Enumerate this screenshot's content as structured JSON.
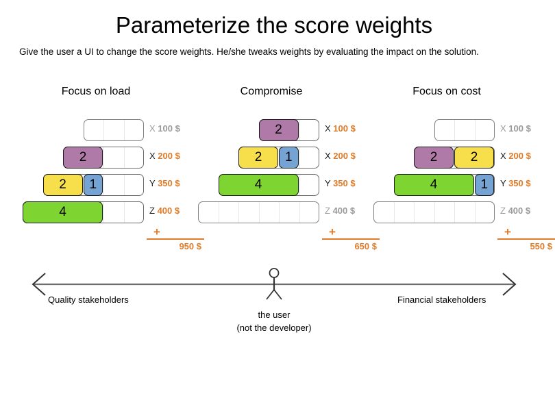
{
  "header": {
    "title": "Parameterize the score weights",
    "subtitle": "Give the user a UI to change the score weights. He/she tweaks weights by evaluating the impact on the solution."
  },
  "colors": {
    "purple": "#b07aa8",
    "yellow": "#f7df4c",
    "blue": "#74a3d4",
    "green": "#7ed430",
    "orange": "#e07b28",
    "grey": "#9a9a9a",
    "track_border": "#808080",
    "seg_border": "#1a1a1a"
  },
  "columns": [
    {
      "heading": "Focus on load",
      "total_plus": "+",
      "total": "950 $",
      "rows": [
        {
          "cells": 3,
          "key": "X",
          "price": "100 $",
          "dim": true,
          "segments": []
        },
        {
          "cells": 4,
          "key": "X",
          "price": "200 $",
          "dim": false,
          "segments": [
            {
              "value": "2",
              "units": 2,
              "color": "purple"
            }
          ]
        },
        {
          "cells": 5,
          "key": "Y",
          "price": "350 $",
          "dim": false,
          "segments": [
            {
              "value": "2",
              "units": 2,
              "color": "yellow"
            },
            {
              "value": "1",
              "units": 1,
              "color": "blue"
            }
          ]
        },
        {
          "cells": 6,
          "key": "Z",
          "price": "400 $",
          "dim": false,
          "segments": [
            {
              "value": "4",
              "units": 4,
              "color": "green"
            }
          ]
        }
      ]
    },
    {
      "heading": "Compromise",
      "total_plus": "+",
      "total": "650 $",
      "rows": [
        {
          "cells": 3,
          "key": "X",
          "price": "100 $",
          "dim": false,
          "segments": [
            {
              "value": "2",
              "units": 2,
              "color": "purple"
            }
          ]
        },
        {
          "cells": 4,
          "key": "X",
          "price": "200 $",
          "dim": false,
          "segments": [
            {
              "value": "2",
              "units": 2,
              "color": "yellow"
            },
            {
              "value": "1",
              "units": 1,
              "color": "blue"
            }
          ]
        },
        {
          "cells": 5,
          "key": "Y",
          "price": "350 $",
          "dim": false,
          "segments": [
            {
              "value": "4",
              "units": 4,
              "color": "green"
            }
          ]
        },
        {
          "cells": 6,
          "key": "Z",
          "price": "400 $",
          "dim": true,
          "segments": []
        }
      ]
    },
    {
      "heading": "Focus on cost",
      "total_plus": "+",
      "total": "550 $",
      "rows": [
        {
          "cells": 3,
          "key": "X",
          "price": "100 $",
          "dim": true,
          "segments": []
        },
        {
          "cells": 4,
          "key": "X",
          "price": "200 $",
          "dim": false,
          "segments": [
            {
              "value": "2",
              "units": 2,
              "color": "purple"
            },
            {
              "value": "2",
              "units": 2,
              "color": "yellow"
            }
          ]
        },
        {
          "cells": 5,
          "key": "Y",
          "price": "350 $",
          "dim": false,
          "segments": [
            {
              "value": "4",
              "units": 4,
              "color": "green"
            },
            {
              "value": "1",
              "units": 1,
              "color": "blue"
            }
          ]
        },
        {
          "cells": 6,
          "key": "Z",
          "price": "400 $",
          "dim": true,
          "segments": []
        }
      ]
    }
  ],
  "axis": {
    "left_label": "Quality stakeholders",
    "right_label": "Financial stakeholders",
    "user_line1": "the user",
    "user_line2": "(not the developer)"
  }
}
